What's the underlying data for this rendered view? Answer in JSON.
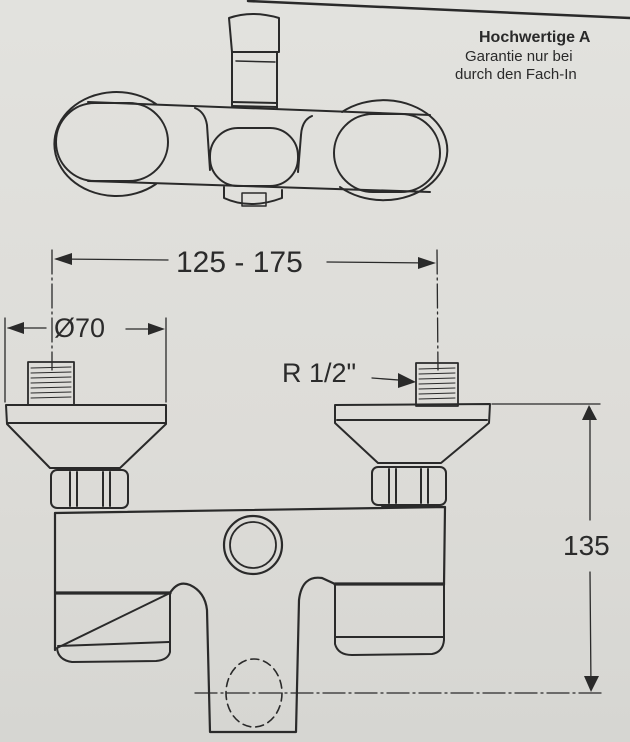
{
  "document": {
    "type": "technical-installation-drawing",
    "subject": "wall-mounted bath mixer"
  },
  "note": {
    "title": "Hochwertige A",
    "lines": [
      "Garantie nur bei",
      "durch den Fach-In"
    ]
  },
  "dimensions": {
    "connection_spacing": "125 - 175",
    "rosette_diameter": "Ø70",
    "thread_size": "R 1/2\"",
    "height": "135"
  },
  "colors": {
    "paper": "#dddcd8",
    "ink": "#2a2a2a"
  }
}
